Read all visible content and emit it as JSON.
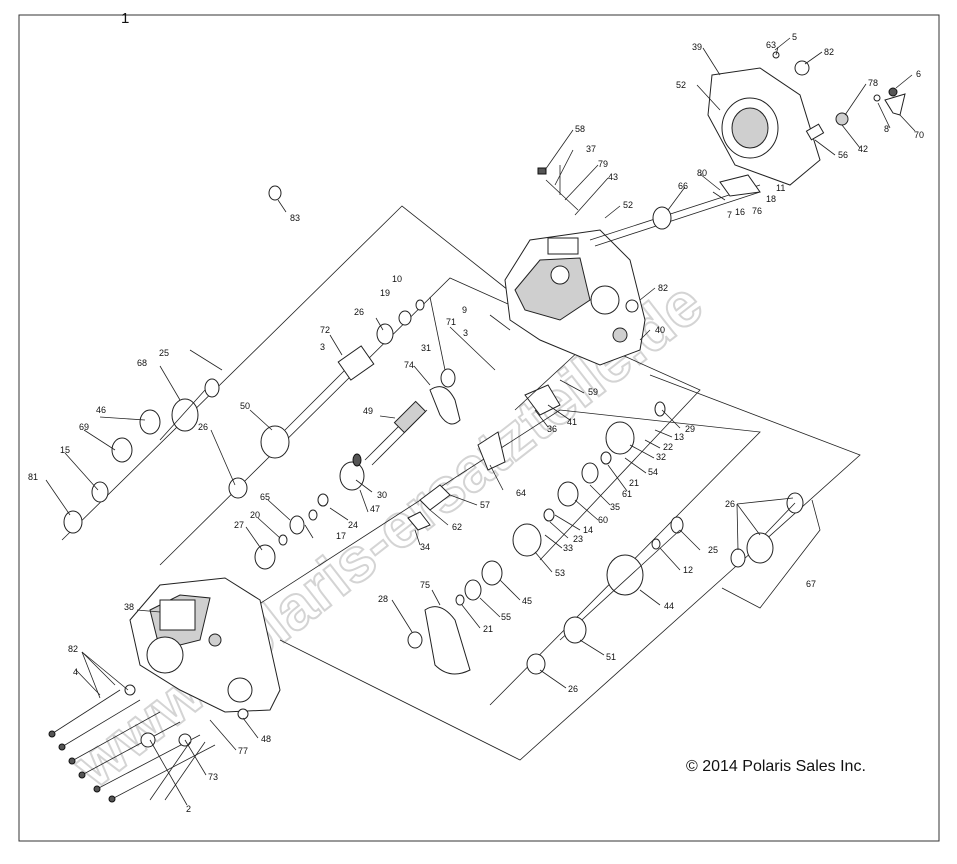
{
  "figure_number": "1",
  "copyright": "© 2014 Polaris Sales Inc.",
  "watermark": "www.polaris-ersatzteile.de",
  "callouts": [
    {
      "id": "c83",
      "text": "83"
    },
    {
      "id": "c68",
      "text": "68"
    },
    {
      "id": "c25a",
      "text": "25"
    },
    {
      "id": "c46",
      "text": "46"
    },
    {
      "id": "c69",
      "text": "69"
    },
    {
      "id": "c15",
      "text": "15"
    },
    {
      "id": "c81",
      "text": "81"
    },
    {
      "id": "c50",
      "text": "50"
    },
    {
      "id": "c26a",
      "text": "26"
    },
    {
      "id": "c72",
      "text": "72"
    },
    {
      "id": "c3a",
      "text": "3"
    },
    {
      "id": "c26b",
      "text": "26"
    },
    {
      "id": "c19",
      "text": "19"
    },
    {
      "id": "c10",
      "text": "10"
    },
    {
      "id": "c9",
      "text": "9"
    },
    {
      "id": "c71",
      "text": "71"
    },
    {
      "id": "c3b",
      "text": "3"
    },
    {
      "id": "c31",
      "text": "31"
    },
    {
      "id": "c74",
      "text": "74"
    },
    {
      "id": "c49",
      "text": "49"
    },
    {
      "id": "c65",
      "text": "65"
    },
    {
      "id": "c20",
      "text": "20"
    },
    {
      "id": "c27",
      "text": "27"
    },
    {
      "id": "c24",
      "text": "24"
    },
    {
      "id": "c17",
      "text": "17"
    },
    {
      "id": "c47",
      "text": "47"
    },
    {
      "id": "c30",
      "text": "30"
    },
    {
      "id": "c34",
      "text": "34"
    },
    {
      "id": "c62",
      "text": "62"
    },
    {
      "id": "c57",
      "text": "57"
    },
    {
      "id": "c64",
      "text": "64"
    },
    {
      "id": "c36",
      "text": "36"
    },
    {
      "id": "c41",
      "text": "41"
    },
    {
      "id": "c59",
      "text": "59"
    },
    {
      "id": "c40",
      "text": "40"
    },
    {
      "id": "c82a",
      "text": "82"
    },
    {
      "id": "c58",
      "text": "58"
    },
    {
      "id": "c37",
      "text": "37"
    },
    {
      "id": "c79",
      "text": "79"
    },
    {
      "id": "c43",
      "text": "43"
    },
    {
      "id": "c52a",
      "text": "52"
    },
    {
      "id": "c66",
      "text": "66"
    },
    {
      "id": "c80",
      "text": "80"
    },
    {
      "id": "c7",
      "text": "7"
    },
    {
      "id": "c16",
      "text": "16"
    },
    {
      "id": "c76",
      "text": "76"
    },
    {
      "id": "c18",
      "text": "18"
    },
    {
      "id": "c11",
      "text": "11"
    },
    {
      "id": "c39",
      "text": "39"
    },
    {
      "id": "c63",
      "text": "63"
    },
    {
      "id": "c5",
      "text": "5"
    },
    {
      "id": "c82b",
      "text": "82"
    },
    {
      "id": "c52b",
      "text": "52"
    },
    {
      "id": "c78",
      "text": "78"
    },
    {
      "id": "c6",
      "text": "6"
    },
    {
      "id": "c8",
      "text": "8"
    },
    {
      "id": "c70",
      "text": "70"
    },
    {
      "id": "c42",
      "text": "42"
    },
    {
      "id": "c56",
      "text": "56"
    },
    {
      "id": "c29",
      "text": "29"
    },
    {
      "id": "c13",
      "text": "13"
    },
    {
      "id": "c22",
      "text": "22"
    },
    {
      "id": "c32",
      "text": "32"
    },
    {
      "id": "c54",
      "text": "54"
    },
    {
      "id": "c21a",
      "text": "21"
    },
    {
      "id": "c61",
      "text": "61"
    },
    {
      "id": "c35",
      "text": "35"
    },
    {
      "id": "c60",
      "text": "60"
    },
    {
      "id": "c14",
      "text": "14"
    },
    {
      "id": "c23",
      "text": "23"
    },
    {
      "id": "c33",
      "text": "33"
    },
    {
      "id": "c53",
      "text": "53"
    },
    {
      "id": "c25b",
      "text": "25"
    },
    {
      "id": "c12",
      "text": "12"
    },
    {
      "id": "c44",
      "text": "44"
    },
    {
      "id": "c26c",
      "text": "26"
    },
    {
      "id": "c67",
      "text": "67"
    },
    {
      "id": "c45",
      "text": "45"
    },
    {
      "id": "c55",
      "text": "55"
    },
    {
      "id": "c21b",
      "text": "21"
    },
    {
      "id": "c75",
      "text": "75"
    },
    {
      "id": "c28",
      "text": "28"
    },
    {
      "id": "c51",
      "text": "51"
    },
    {
      "id": "c26d",
      "text": "26"
    },
    {
      "id": "c38",
      "text": "38"
    },
    {
      "id": "c82c",
      "text": "82"
    },
    {
      "id": "c4",
      "text": "4"
    },
    {
      "id": "c48",
      "text": "48"
    },
    {
      "id": "c77",
      "text": "77"
    },
    {
      "id": "c73",
      "text": "73"
    },
    {
      "id": "c2",
      "text": "2"
    }
  ]
}
